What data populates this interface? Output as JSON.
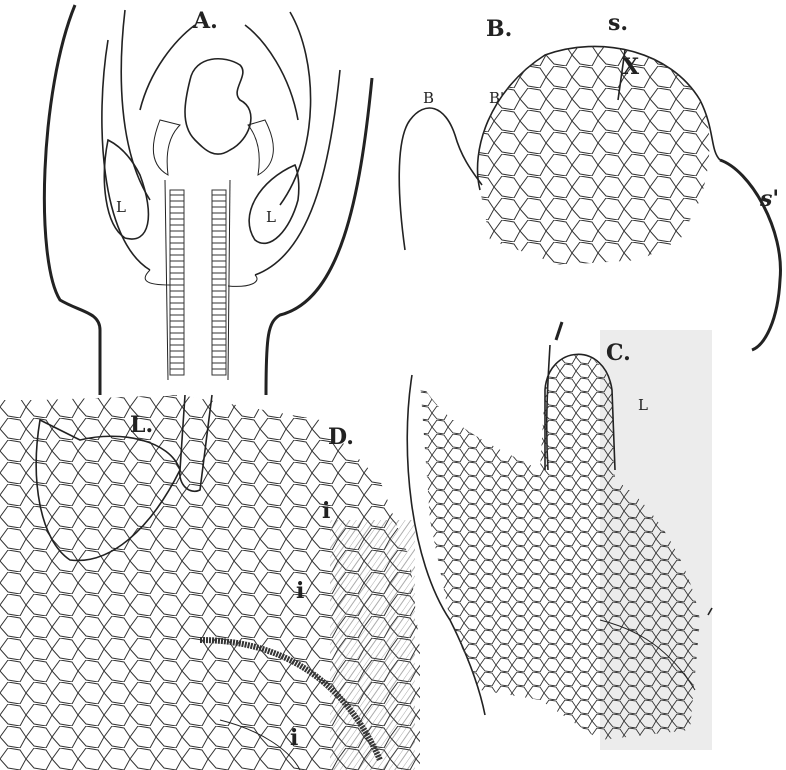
{
  "figure": {
    "panels": [
      {
        "id": "A",
        "label": "A.",
        "parts": [
          {
            "label": "L"
          },
          {
            "label": "L"
          }
        ]
      },
      {
        "id": "B",
        "label": "B.",
        "parts": [
          {
            "label": "s."
          },
          {
            "label": "X"
          },
          {
            "label": "B"
          },
          {
            "label": "B'"
          },
          {
            "label": "s'"
          }
        ]
      },
      {
        "id": "C",
        "label": "C.",
        "parts": [
          {
            "label": "L"
          }
        ]
      },
      {
        "id": "D",
        "label": "D.",
        "parts": [
          {
            "label": "L."
          },
          {
            "label": "i"
          },
          {
            "label": "i"
          },
          {
            "label": "i"
          }
        ]
      }
    ],
    "colors": {
      "ink": "#222222",
      "paper": "#ffffff"
    }
  }
}
